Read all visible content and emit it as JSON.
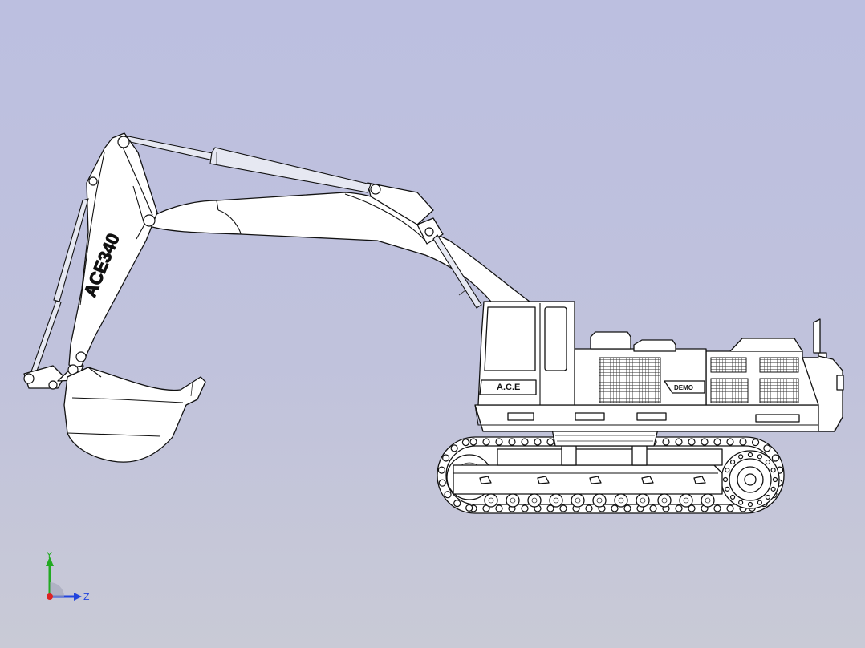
{
  "model": {
    "name": "excavator-side-view",
    "boom_text": "ACE340",
    "cab_text": "A.C.E",
    "counterweight_text": "DEMO"
  },
  "triad": {
    "y_label": "Y",
    "z_label": "Z",
    "y_color": "#22aa22",
    "z_color": "#2244dd",
    "x_color": "#dd2222"
  },
  "colors": {
    "background_top": "#bcbfe0",
    "background_bottom": "#c9cad6",
    "outline": "#111111",
    "fill": "#ffffff"
  }
}
